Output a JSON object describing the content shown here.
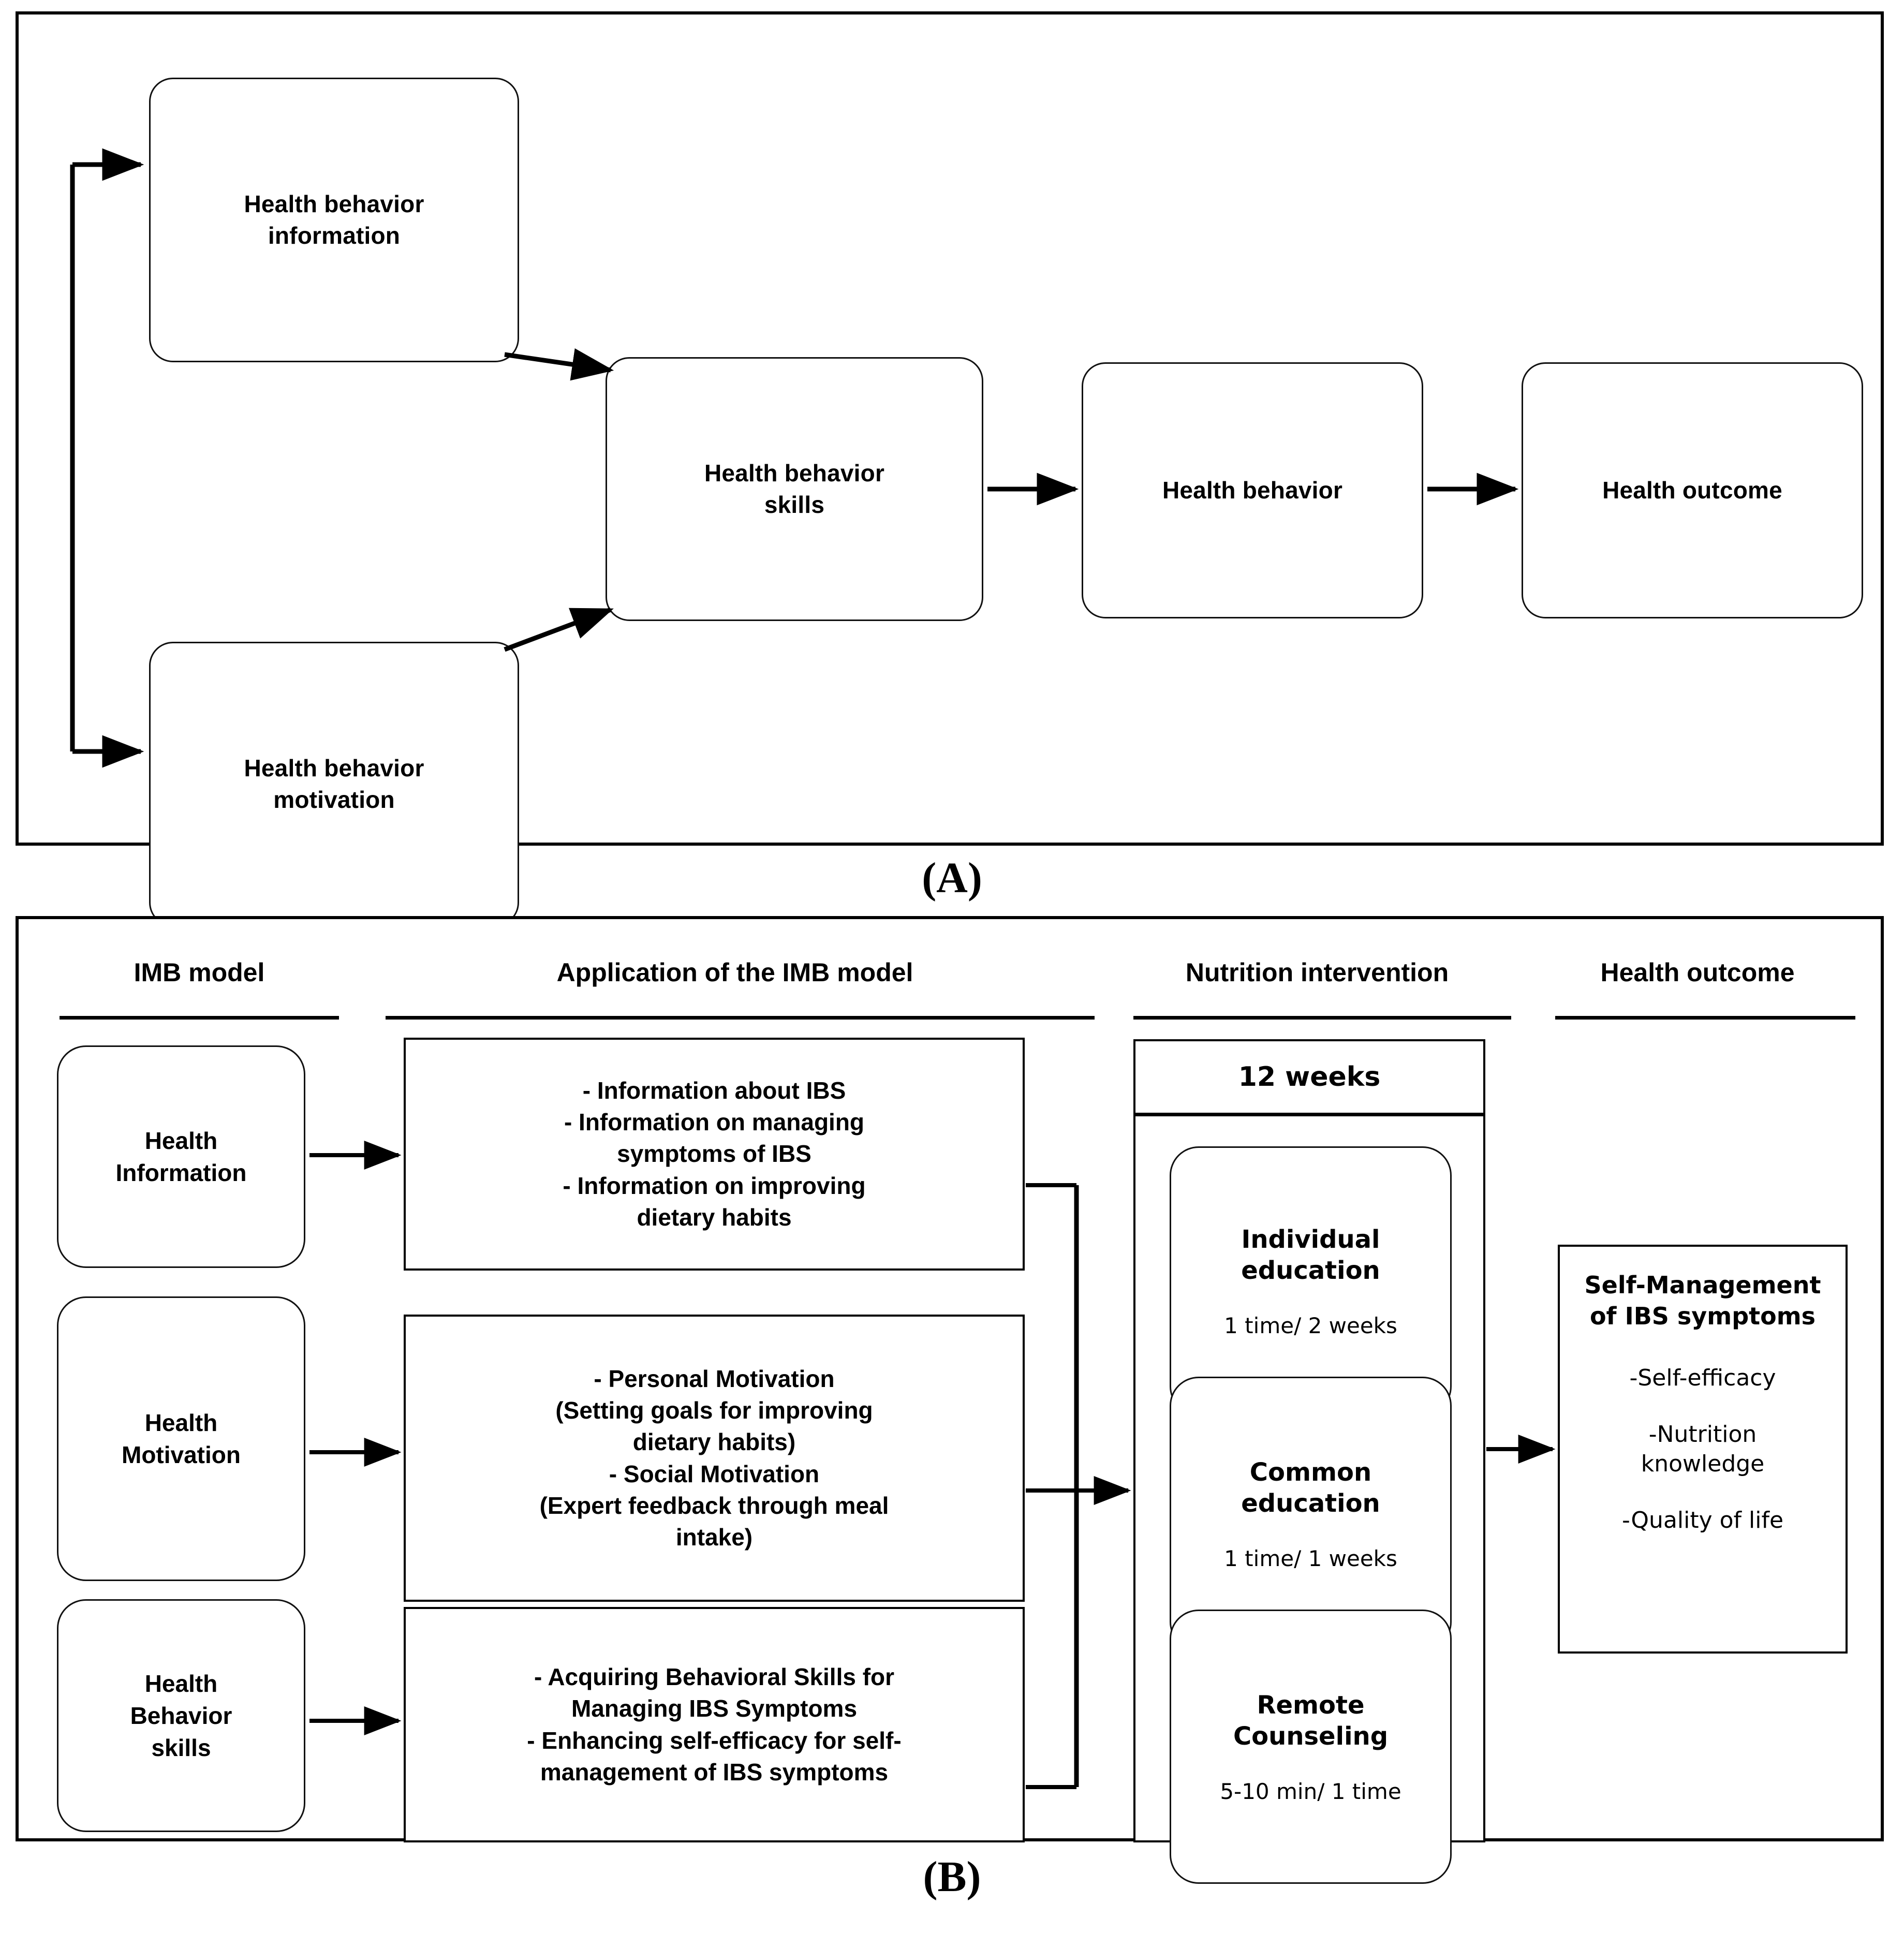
{
  "figure": {
    "panel_a_caption": "(A)",
    "panel_b_caption": "(B)"
  },
  "panel_a": {
    "nodes": [
      {
        "id": "health-behavior-information",
        "label": "Health behavior\ninformation"
      },
      {
        "id": "health-behavior-motivation",
        "label": "Health behavior\nmotivation"
      },
      {
        "id": "health-behavior-skills",
        "label": "Health behavior\nskills"
      },
      {
        "id": "health-behavior",
        "label": "Health behavior"
      },
      {
        "id": "health-outcome",
        "label": "Health outcome"
      }
    ],
    "labels": {
      "information": "Health behavior\ninformation",
      "motivation": "Health behavior\nmotivation",
      "skills": "Health behavior\nskills",
      "behavior": "Health behavior",
      "outcome": "Health outcome"
    },
    "edges": [
      {
        "from": "health-behavior-information",
        "to": "health-behavior-skills",
        "style": "diagonal-arrow"
      },
      {
        "from": "health-behavior-motivation",
        "to": "health-behavior-skills",
        "style": "diagonal-arrow"
      },
      {
        "from": "health-behavior-skills",
        "to": "health-behavior",
        "style": "straight-arrow"
      },
      {
        "from": "health-behavior",
        "to": "health-outcome",
        "style": "straight-arrow"
      },
      {
        "from": "feedback-bus",
        "to": "health-behavior-information",
        "style": "elbow-arrow"
      },
      {
        "from": "feedback-bus",
        "to": "health-behavior-motivation",
        "style": "elbow-arrow"
      }
    ]
  },
  "panel_b": {
    "columns": [
      {
        "id": "imb-model",
        "title": "IMB model"
      },
      {
        "id": "application",
        "title": "Application of the IMB model"
      },
      {
        "id": "nutrition-intervention",
        "title": "Nutrition intervention"
      },
      {
        "id": "health-outcome",
        "title": "Health outcome"
      }
    ],
    "column_titles": {
      "imb_model": "IMB model",
      "application": "Application of the IMB model",
      "nutrition": "Nutrition intervention",
      "outcome": "Health outcome"
    },
    "imb_nodes": [
      {
        "id": "health-information",
        "label": "Health\nInformation"
      },
      {
        "id": "health-motivation",
        "label": "Health\nMotivation"
      },
      {
        "id": "health-behavior-skills",
        "label": "Health\nBehavior\nskills"
      }
    ],
    "imb_labels": {
      "information": "Health\nInformation",
      "motivation": "Health\nMotivation",
      "skills": "Health\nBehavior\nskills"
    },
    "application_boxes": [
      {
        "id": "application-information",
        "lines": [
          "- Information about IBS",
          "-  Information on managing",
          "symptoms of IBS",
          "- Information on improving",
          "dietary habits"
        ],
        "text": "- Information about IBS\n-  Information on managing\nsymptoms of IBS\n- Information on improving\ndietary habits"
      },
      {
        "id": "application-motivation",
        "lines": [
          "-   Personal Motivation",
          "(Setting goals for improving",
          "dietary habits)",
          "-   Social Motivation",
          "(Expert feedback through meal",
          "intake)"
        ],
        "text": "-   Personal Motivation\n(Setting goals for improving\ndietary habits)\n-   Social Motivation\n(Expert feedback through meal\nintake)"
      },
      {
        "id": "application-skills",
        "lines": [
          "-   Acquiring Behavioral Skills for",
          "Managing IBS Symptoms",
          "-  Enhancing self-efficacy for self-",
          "management of IBS symptoms"
        ],
        "text": "-   Acquiring Behavioral Skills for\nManaging IBS Symptoms\n-  Enhancing self-efficacy for self-\nmanagement of IBS symptoms"
      }
    ],
    "nutrition": {
      "duration": "12 weeks",
      "programs": [
        {
          "id": "individual-education",
          "name": "Individual\neducation",
          "frequency": "1 time/ 2 weeks"
        },
        {
          "id": "common-education",
          "name": "Common\neducation",
          "frequency": "1 time/ 1 weeks"
        },
        {
          "id": "remote-counseling",
          "name": "Remote\nCounseling",
          "frequency": "5-10 min/ 1 time"
        }
      ]
    },
    "outcome": {
      "title": "Self-Management\nof IBS symptoms",
      "items": [
        "-Self-efficacy",
        "-Nutrition\nknowledge",
        "-Quality of life"
      ],
      "item_1": "-Self-efficacy",
      "item_2": "-Nutrition\nknowledge",
      "item_3": "-Quality of life"
    },
    "edges": [
      {
        "from": "health-information",
        "to": "application-information",
        "style": "arrow"
      },
      {
        "from": "health-motivation",
        "to": "application-motivation",
        "style": "arrow"
      },
      {
        "from": "health-behavior-skills",
        "to": "application-skills",
        "style": "arrow"
      },
      {
        "from": "application-bus",
        "to": "nutrition-intervention",
        "style": "merge-arrow"
      },
      {
        "from": "nutrition-intervention",
        "to": "health-outcome",
        "style": "arrow"
      }
    ]
  },
  "colors": {
    "stroke": "#000000",
    "background": "#ffffff",
    "text": "#000000"
  }
}
